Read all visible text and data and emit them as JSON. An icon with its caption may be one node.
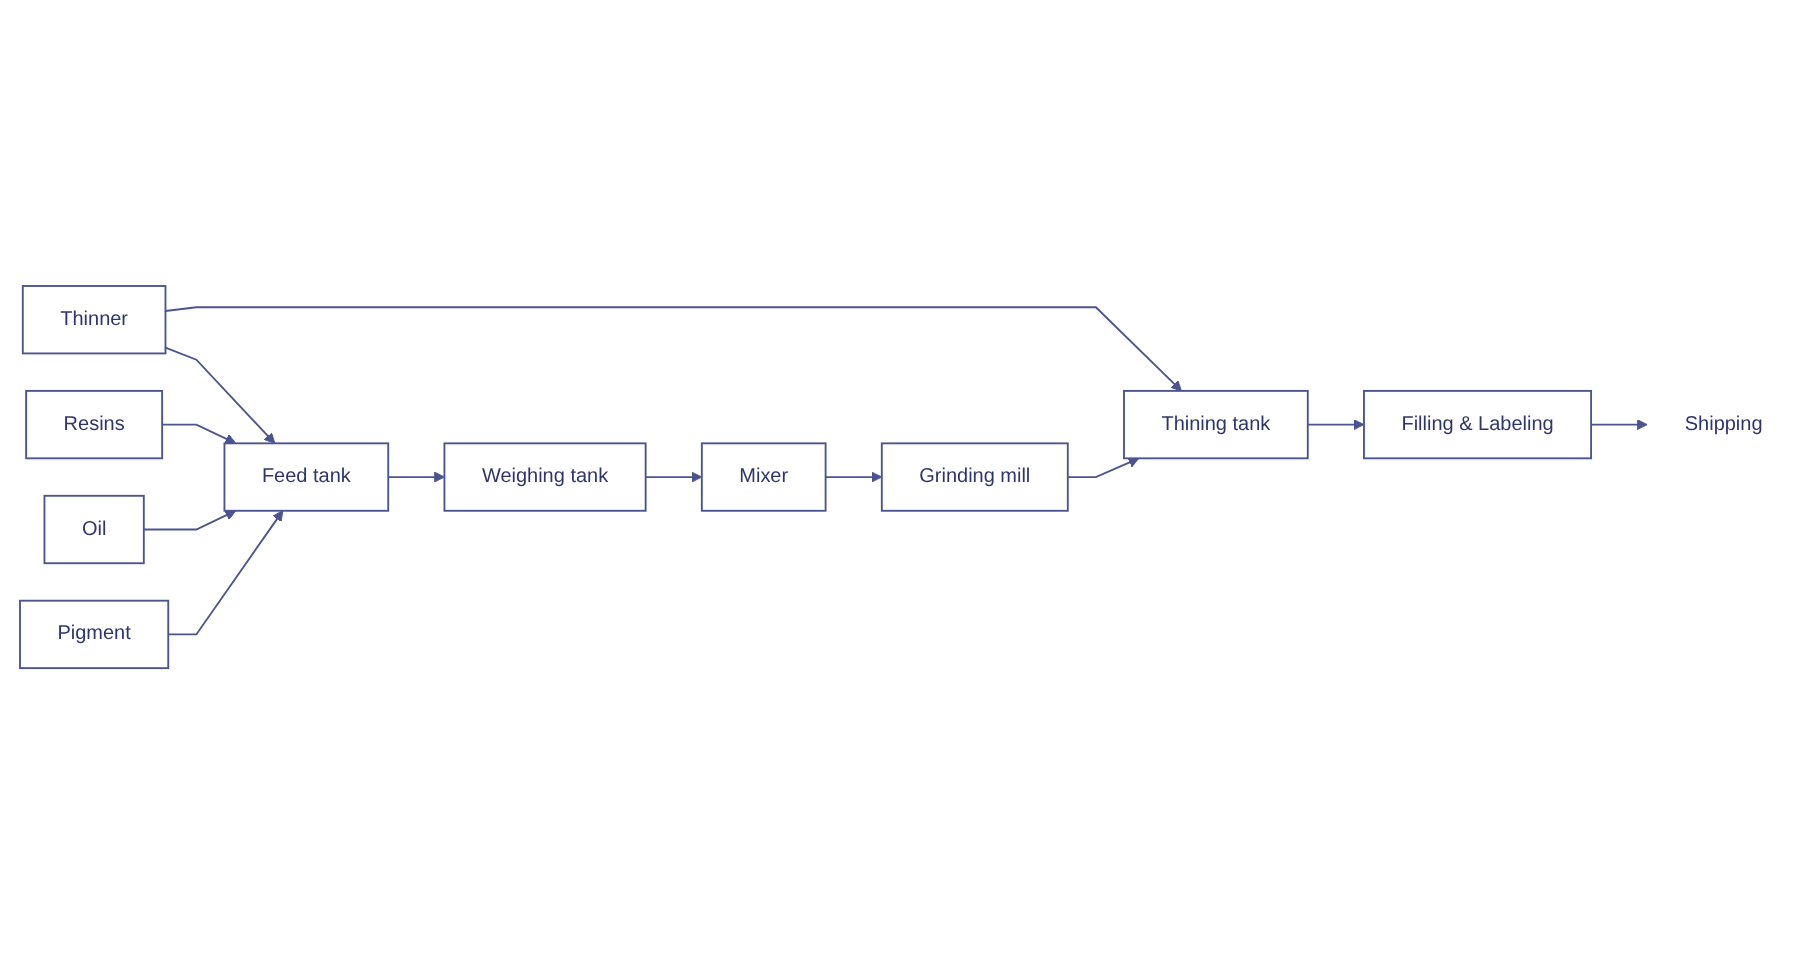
{
  "diagram": {
    "nodes": [
      {
        "text": [
          "Thinner"
        ]
      },
      {
        "text": [
          "Resins"
        ]
      },
      {
        "text": [
          "Oil"
        ]
      },
      {
        "text": [
          "Pigment"
        ]
      },
      {
        "text": [
          "Feed tank"
        ]
      },
      {
        "text": [
          "Weighing tank"
        ]
      },
      {
        "text": [
          "Mixer"
        ]
      },
      {
        "text": [
          "Grinding mill"
        ]
      },
      {
        "text": [
          "Thining tank"
        ]
      },
      {
        "text": [
          "Filling & Labeling"
        ]
      },
      {
        "text": [
          "Shipping"
        ]
      }
    ],
    "edges": [
      {
        "from": 0,
        "to": 4,
        "arrow": "to"
      },
      {
        "from": 0,
        "to": 8,
        "arrow": "to"
      },
      {
        "from": 1,
        "to": 4,
        "arrow": "to"
      },
      {
        "from": 2,
        "to": 4,
        "arrow": "to"
      },
      {
        "from": 3,
        "to": 4,
        "arrow": "to"
      },
      {
        "from": 4,
        "to": 5,
        "arrow": "to"
      },
      {
        "from": 5,
        "to": 6,
        "arrow": "to"
      },
      {
        "from": 6,
        "to": 7,
        "arrow": "to"
      },
      {
        "from": 7,
        "to": 8,
        "arrow": "to"
      },
      {
        "from": 8,
        "to": 9,
        "arrow": "to"
      },
      {
        "from": 9,
        "to": 10,
        "arrow": "to"
      }
    ]
  }
}
